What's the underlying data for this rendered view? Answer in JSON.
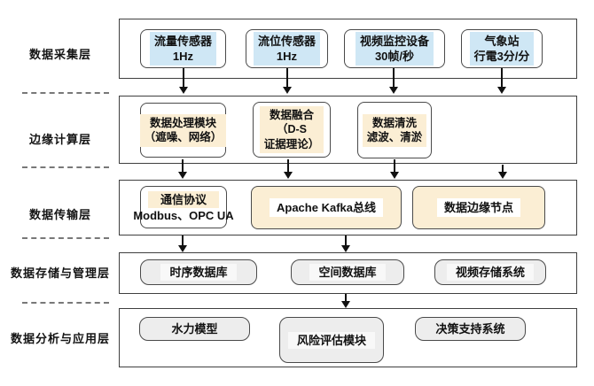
{
  "colors": {
    "box_border": "#4a4a4a",
    "container_border": "#3f3f3f",
    "blue_fill": "#cfe7f5",
    "cream_fill": "#fbeed4",
    "gray_fill": "#ededed",
    "text": "#111111"
  },
  "layers": [
    {
      "label": "数据采集层",
      "boxes": [
        {
          "lines": [
            "流量传感器",
            "1Hz"
          ]
        },
        {
          "lines": [
            "流位传感器",
            "1Hz"
          ]
        },
        {
          "lines": [
            "视频监控设备",
            "30帧/秒"
          ]
        },
        {
          "lines": [
            "气象站",
            "行電3分/分"
          ]
        }
      ]
    },
    {
      "label": "边缘计算层",
      "boxes": [
        {
          "lines": [
            "数据处理模块",
            "（遮噪、网络）"
          ]
        },
        {
          "lines": [
            "数据融合",
            "（D-S",
            "证据理论）"
          ]
        },
        {
          "lines": [
            "数据清洗",
            "滤波、清淤"
          ]
        }
      ]
    },
    {
      "label": "数据传输层",
      "boxes": [
        {
          "lines": [
            "通信协议",
            "Modbus、OPC UA"
          ]
        },
        {
          "lines": [
            "Apache Kafka总线"
          ]
        },
        {
          "lines": [
            "数据边缘节点"
          ]
        }
      ]
    },
    {
      "label": "数据存储与管理层",
      "boxes": [
        {
          "lines": [
            "时序数据库"
          ]
        },
        {
          "lines": [
            "空间数据库"
          ]
        },
        {
          "lines": [
            "视频存储系统"
          ]
        }
      ]
    },
    {
      "label": "数据分析与应用层",
      "boxes": [
        {
          "lines": [
            "水力模型"
          ]
        },
        {
          "lines": [
            "风险评估模块"
          ]
        },
        {
          "lines": [
            "决策支持系统"
          ]
        }
      ]
    }
  ]
}
